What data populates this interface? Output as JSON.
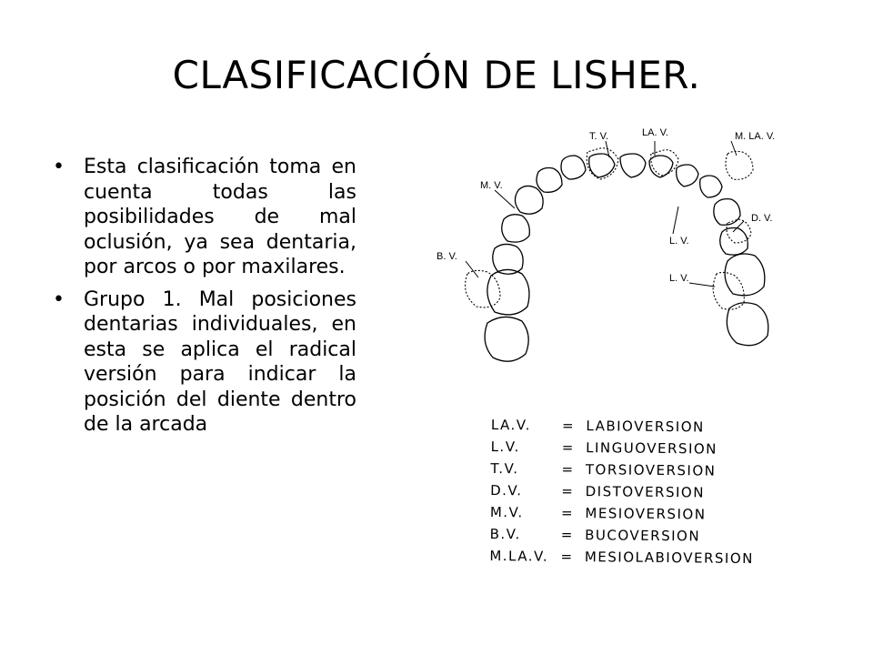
{
  "slide": {
    "title": "CLASIFICACIÓN DE LISHER.",
    "bullets": [
      "Esta clasificación toma en cuenta todas las posibilidades de mal oclusión, ya sea dentaria, por arcos o por maxilares.",
      "Grupo 1. Mal posiciones dentarias individuales, en esta se aplica el radical versión para indicar la posición del diente dentro de la arcada"
    ],
    "bullet_glyph": "•"
  },
  "diagram": {
    "labels": {
      "tv": "T. V.",
      "lav": "LA. V.",
      "mlav": "M. LA. V.",
      "mv": "M. V.",
      "dv": "D. V.",
      "lv1": "L. V.",
      "bv": "B. V.",
      "lv2": "L. V."
    }
  },
  "legend": {
    "equals": "=",
    "rows": [
      {
        "abbr": "LA.V.",
        "meaning": "LABIOVERSION"
      },
      {
        "abbr": "L.V.",
        "meaning": "LINGUOVERSION"
      },
      {
        "abbr": "T.V.",
        "meaning": "TORSIOVERSION"
      },
      {
        "abbr": "D.V.",
        "meaning": "DISTOVERSION"
      },
      {
        "abbr": "M.V.",
        "meaning": "MESIOVERSION"
      },
      {
        "abbr": "B.V.",
        "meaning": "BUCOVERSION"
      },
      {
        "abbr": "M.LA.V.",
        "meaning": "MESIOLABIOVERSION"
      }
    ]
  }
}
